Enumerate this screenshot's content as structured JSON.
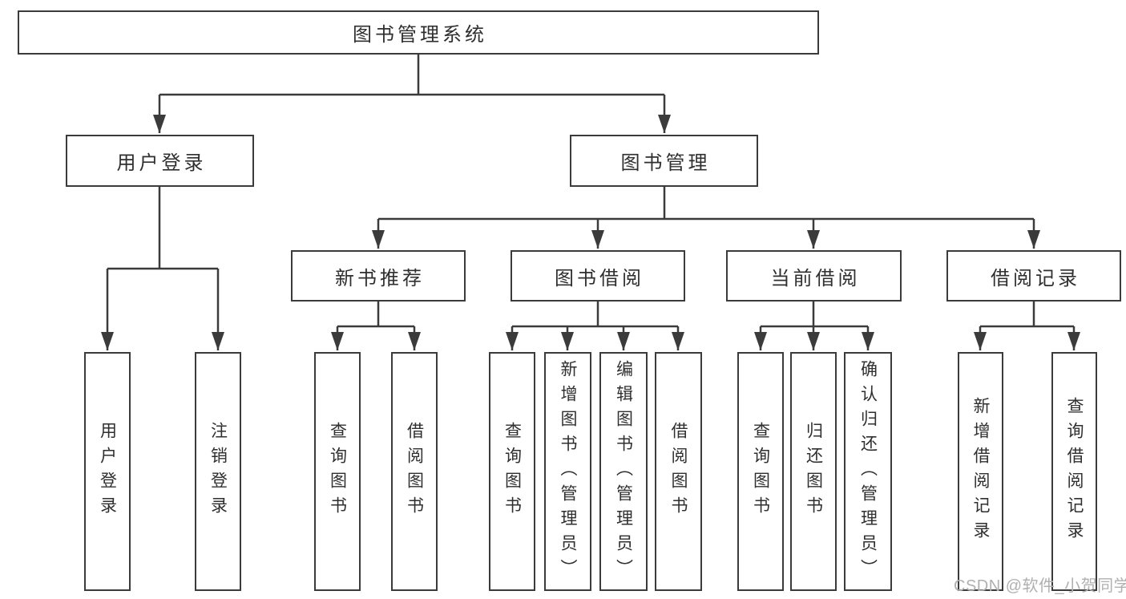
{
  "colors": {
    "line": "#3b3b3b",
    "text": "#2f2f2f",
    "watermark": "#b0b0b0",
    "background": "#ffffff"
  },
  "watermark": "CSDN @软件_小贺同学",
  "tree": {
    "root": "图书管理系统",
    "user_login": {
      "label": "用户登录",
      "children": [
        "用户登录",
        "注销登录"
      ]
    },
    "book_management": {
      "label": "图书管理",
      "groups": [
        {
          "label": "新书推荐",
          "children": [
            "查询图书",
            "借阅图书"
          ]
        },
        {
          "label": "图书借阅",
          "children": [
            "查询图书",
            "新增图书（管理员）",
            "编辑图书（管理员）",
            "借阅图书"
          ]
        },
        {
          "label": "当前借阅",
          "children": [
            "查询图书",
            "归还图书",
            "确认归还（管理员）"
          ]
        },
        {
          "label": "借阅记录",
          "children": [
            "新增借阅记录",
            "查询借阅记录"
          ]
        }
      ]
    }
  }
}
